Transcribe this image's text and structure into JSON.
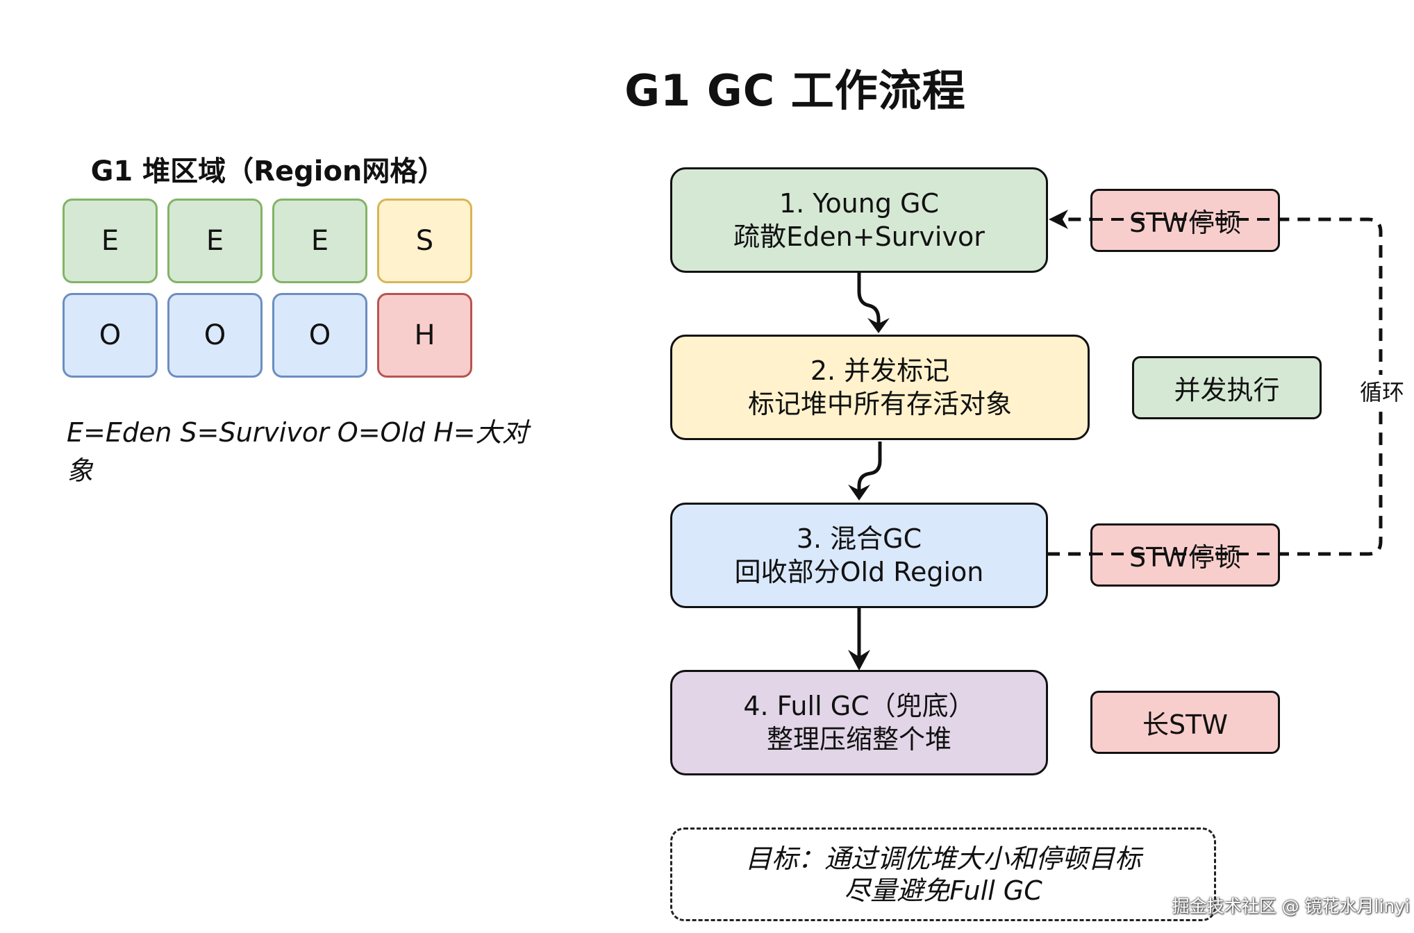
{
  "title": "G1 GC 工作流程",
  "heap": {
    "title": "G1 堆区域（Region网格）",
    "rows": [
      [
        {
          "label": "E",
          "kind": "eden"
        },
        {
          "label": "E",
          "kind": "eden"
        },
        {
          "label": "E",
          "kind": "eden"
        },
        {
          "label": "S",
          "kind": "survivor"
        }
      ],
      [
        {
          "label": "O",
          "kind": "old"
        },
        {
          "label": "O",
          "kind": "old"
        },
        {
          "label": "O",
          "kind": "old"
        },
        {
          "label": "H",
          "kind": "humongous"
        }
      ]
    ],
    "legend": "E=Eden S=Survivor O=Old H=大对象"
  },
  "steps": [
    {
      "line1": "1. Young GC",
      "line2": "疏散Eden+Survivor"
    },
    {
      "line1": "2. 并发标记",
      "line2": "标记堆中所有存活对象"
    },
    {
      "line1": "3. 混合GC",
      "line2": "回收部分Old Region"
    },
    {
      "line1": "4. Full GC（兜底）",
      "line2": "整理压缩整个堆"
    }
  ],
  "tags": {
    "stw_1": "STW停顿",
    "concurrent": "并发执行",
    "stw_3": "STW停顿",
    "long_stw": "长STW"
  },
  "loop_label": "循环",
  "goal": {
    "line1": "目标：通过调优堆大小和停顿目标",
    "line2": "尽量避免Full GC"
  },
  "watermark": "掘金技术社区 @ 镜花水月linyi",
  "colors": {
    "green_fill": "#d5e8d4",
    "green_stroke": "#82b366",
    "yellow_fill": "#fff2cc",
    "yellow_stroke": "#d6b656",
    "blue_fill": "#dae8fc",
    "blue_stroke": "#6c8ebf",
    "red_fill": "#f8cecc",
    "red_stroke": "#b85450",
    "purple_fill": "#e1d5e7",
    "purple_stroke": "#9673a6"
  }
}
